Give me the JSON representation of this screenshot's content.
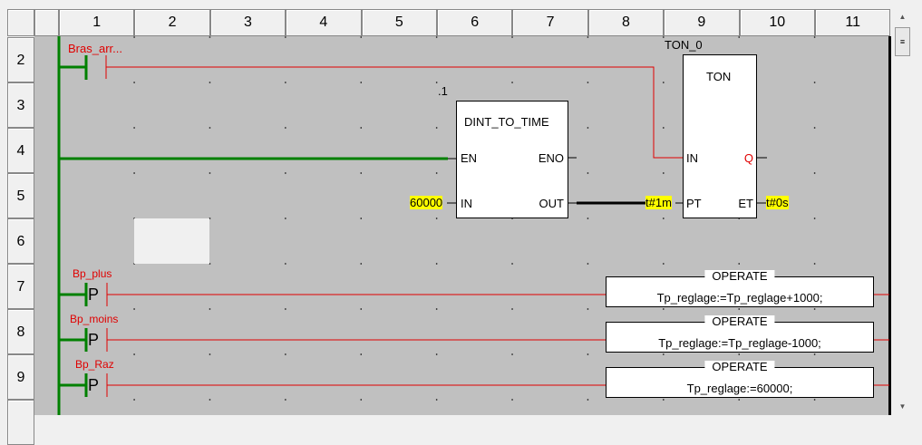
{
  "columns": [
    "1",
    "2",
    "3",
    "4",
    "5",
    "6",
    "7",
    "8",
    "9",
    "10",
    "11"
  ],
  "rows": [
    "2",
    "3",
    "4",
    "5",
    "6",
    "7",
    "8",
    "9"
  ],
  "rung1": {
    "contact_label": "Bras_arr..."
  },
  "dint_block": {
    "instance": ".1",
    "type": "DINT_TO_TIME",
    "in_en": "EN",
    "out_eno": "ENO",
    "in": "IN",
    "out": "OUT",
    "in_value": "60000"
  },
  "ton_block": {
    "instance": "TON_0",
    "type": "TON",
    "in": "IN",
    "q": "Q",
    "pt": "PT",
    "et": "ET",
    "pt_value": "t#1m",
    "et_value": "t#0s"
  },
  "rungs": [
    {
      "contact_label": "Bp_plus",
      "contact_type": "P",
      "op_title": "OPERATE",
      "op_expr": "Tp_reglage:=Tp_reglage+1000;"
    },
    {
      "contact_label": "Bp_moins",
      "contact_type": "P",
      "op_title": "OPERATE",
      "op_expr": "Tp_reglage:=Tp_reglage-1000;"
    },
    {
      "contact_label": "Bp_Raz",
      "contact_type": "P",
      "op_title": "OPERATE",
      "op_expr": "Tp_reglage:=60000;"
    }
  ],
  "colors": {
    "rail": "#008000",
    "wire_off": "#e00000",
    "grid": "#c0c0c0",
    "highlight": "#ffff00"
  }
}
